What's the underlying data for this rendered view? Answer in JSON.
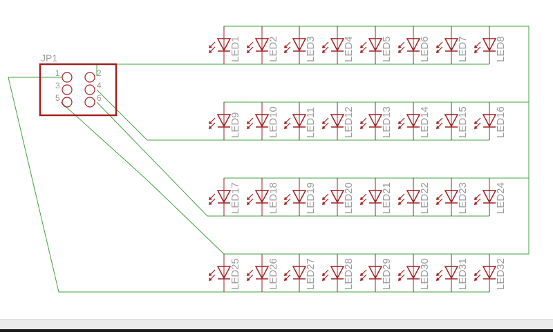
{
  "connector": {
    "name": "JP1",
    "pins": [
      "1",
      "2",
      "3",
      "4",
      "5",
      "6"
    ]
  },
  "leds": [
    "LED1",
    "LED2",
    "LED3",
    "LED4",
    "LED5",
    "LED6",
    "LED7",
    "LED8",
    "LED9",
    "LED10",
    "LED11",
    "LED12",
    "LED13",
    "LED14",
    "LED15",
    "LED16",
    "LED17",
    "LED18",
    "LED19",
    "LED20",
    "LED21",
    "LED22",
    "LED23",
    "LED24",
    "LED25",
    "LED26",
    "LED27",
    "LED28",
    "LED29",
    "LED30",
    "LED31",
    "LED32"
  ],
  "colors": {
    "wire": "#3fa33f",
    "part": "#a11f1f",
    "label": "#9a9a9a"
  }
}
